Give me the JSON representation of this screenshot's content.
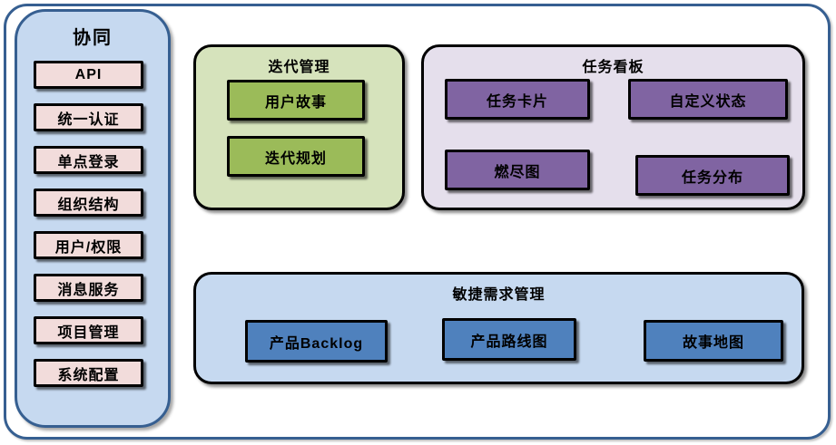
{
  "diagram": {
    "sidebar": {
      "title": "协同",
      "items": [
        "API",
        "统一认证",
        "单点登录",
        "组织结构",
        "用户/权限",
        "消息服务",
        "项目管理",
        "系统配置"
      ]
    },
    "groups": {
      "iteration": {
        "title": "迭代管理",
        "items": [
          "用户故事",
          "迭代规划"
        ]
      },
      "kanban": {
        "title": "任务看板",
        "items": [
          "任务卡片",
          "自定义状态",
          "燃尽图",
          "任务分布"
        ]
      },
      "agile": {
        "title": "敏捷需求管理",
        "items": [
          "产品Backlog",
          "产品路线图",
          "故事地图"
        ]
      }
    },
    "colors": {
      "frame_border": "#365f91",
      "sidebar_bg": "#c6d9f0",
      "sidebar_item_bg": "#f2dcdb",
      "iteration_group_bg": "#d6e3bc",
      "iteration_item_bg": "#9bbb59",
      "kanban_group_bg": "#e5dfec",
      "kanban_item_bg": "#8064a2",
      "agile_group_bg": "#c6d9f0",
      "agile_item_bg": "#4f81bd",
      "node_border": "#000000",
      "text": "#000000"
    }
  }
}
